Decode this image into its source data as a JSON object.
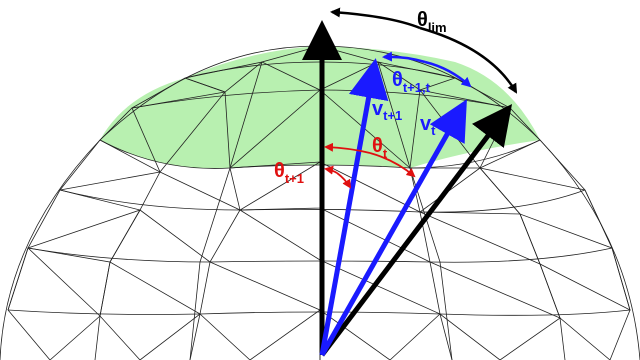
{
  "colors": {
    "limit_arc": "#000000",
    "blue_vectors": "#1a1aff",
    "red_angles": "#e01010",
    "cap_fill": "#b8f0b0",
    "mesh_stroke": "#222222"
  },
  "labels": {
    "theta_lim": {
      "sym": "θ",
      "sub": "lim"
    },
    "theta_t1_t": {
      "sym": "θ",
      "sub": "t+1,t"
    },
    "v_t1": {
      "sym": "v",
      "sub": "t+1"
    },
    "v_t": {
      "sym": "v",
      "sub": "t"
    },
    "theta_t": {
      "sym": "θ",
      "sub": "t"
    },
    "theta_t1": {
      "sym": "θ",
      "sub": "t+1"
    }
  }
}
